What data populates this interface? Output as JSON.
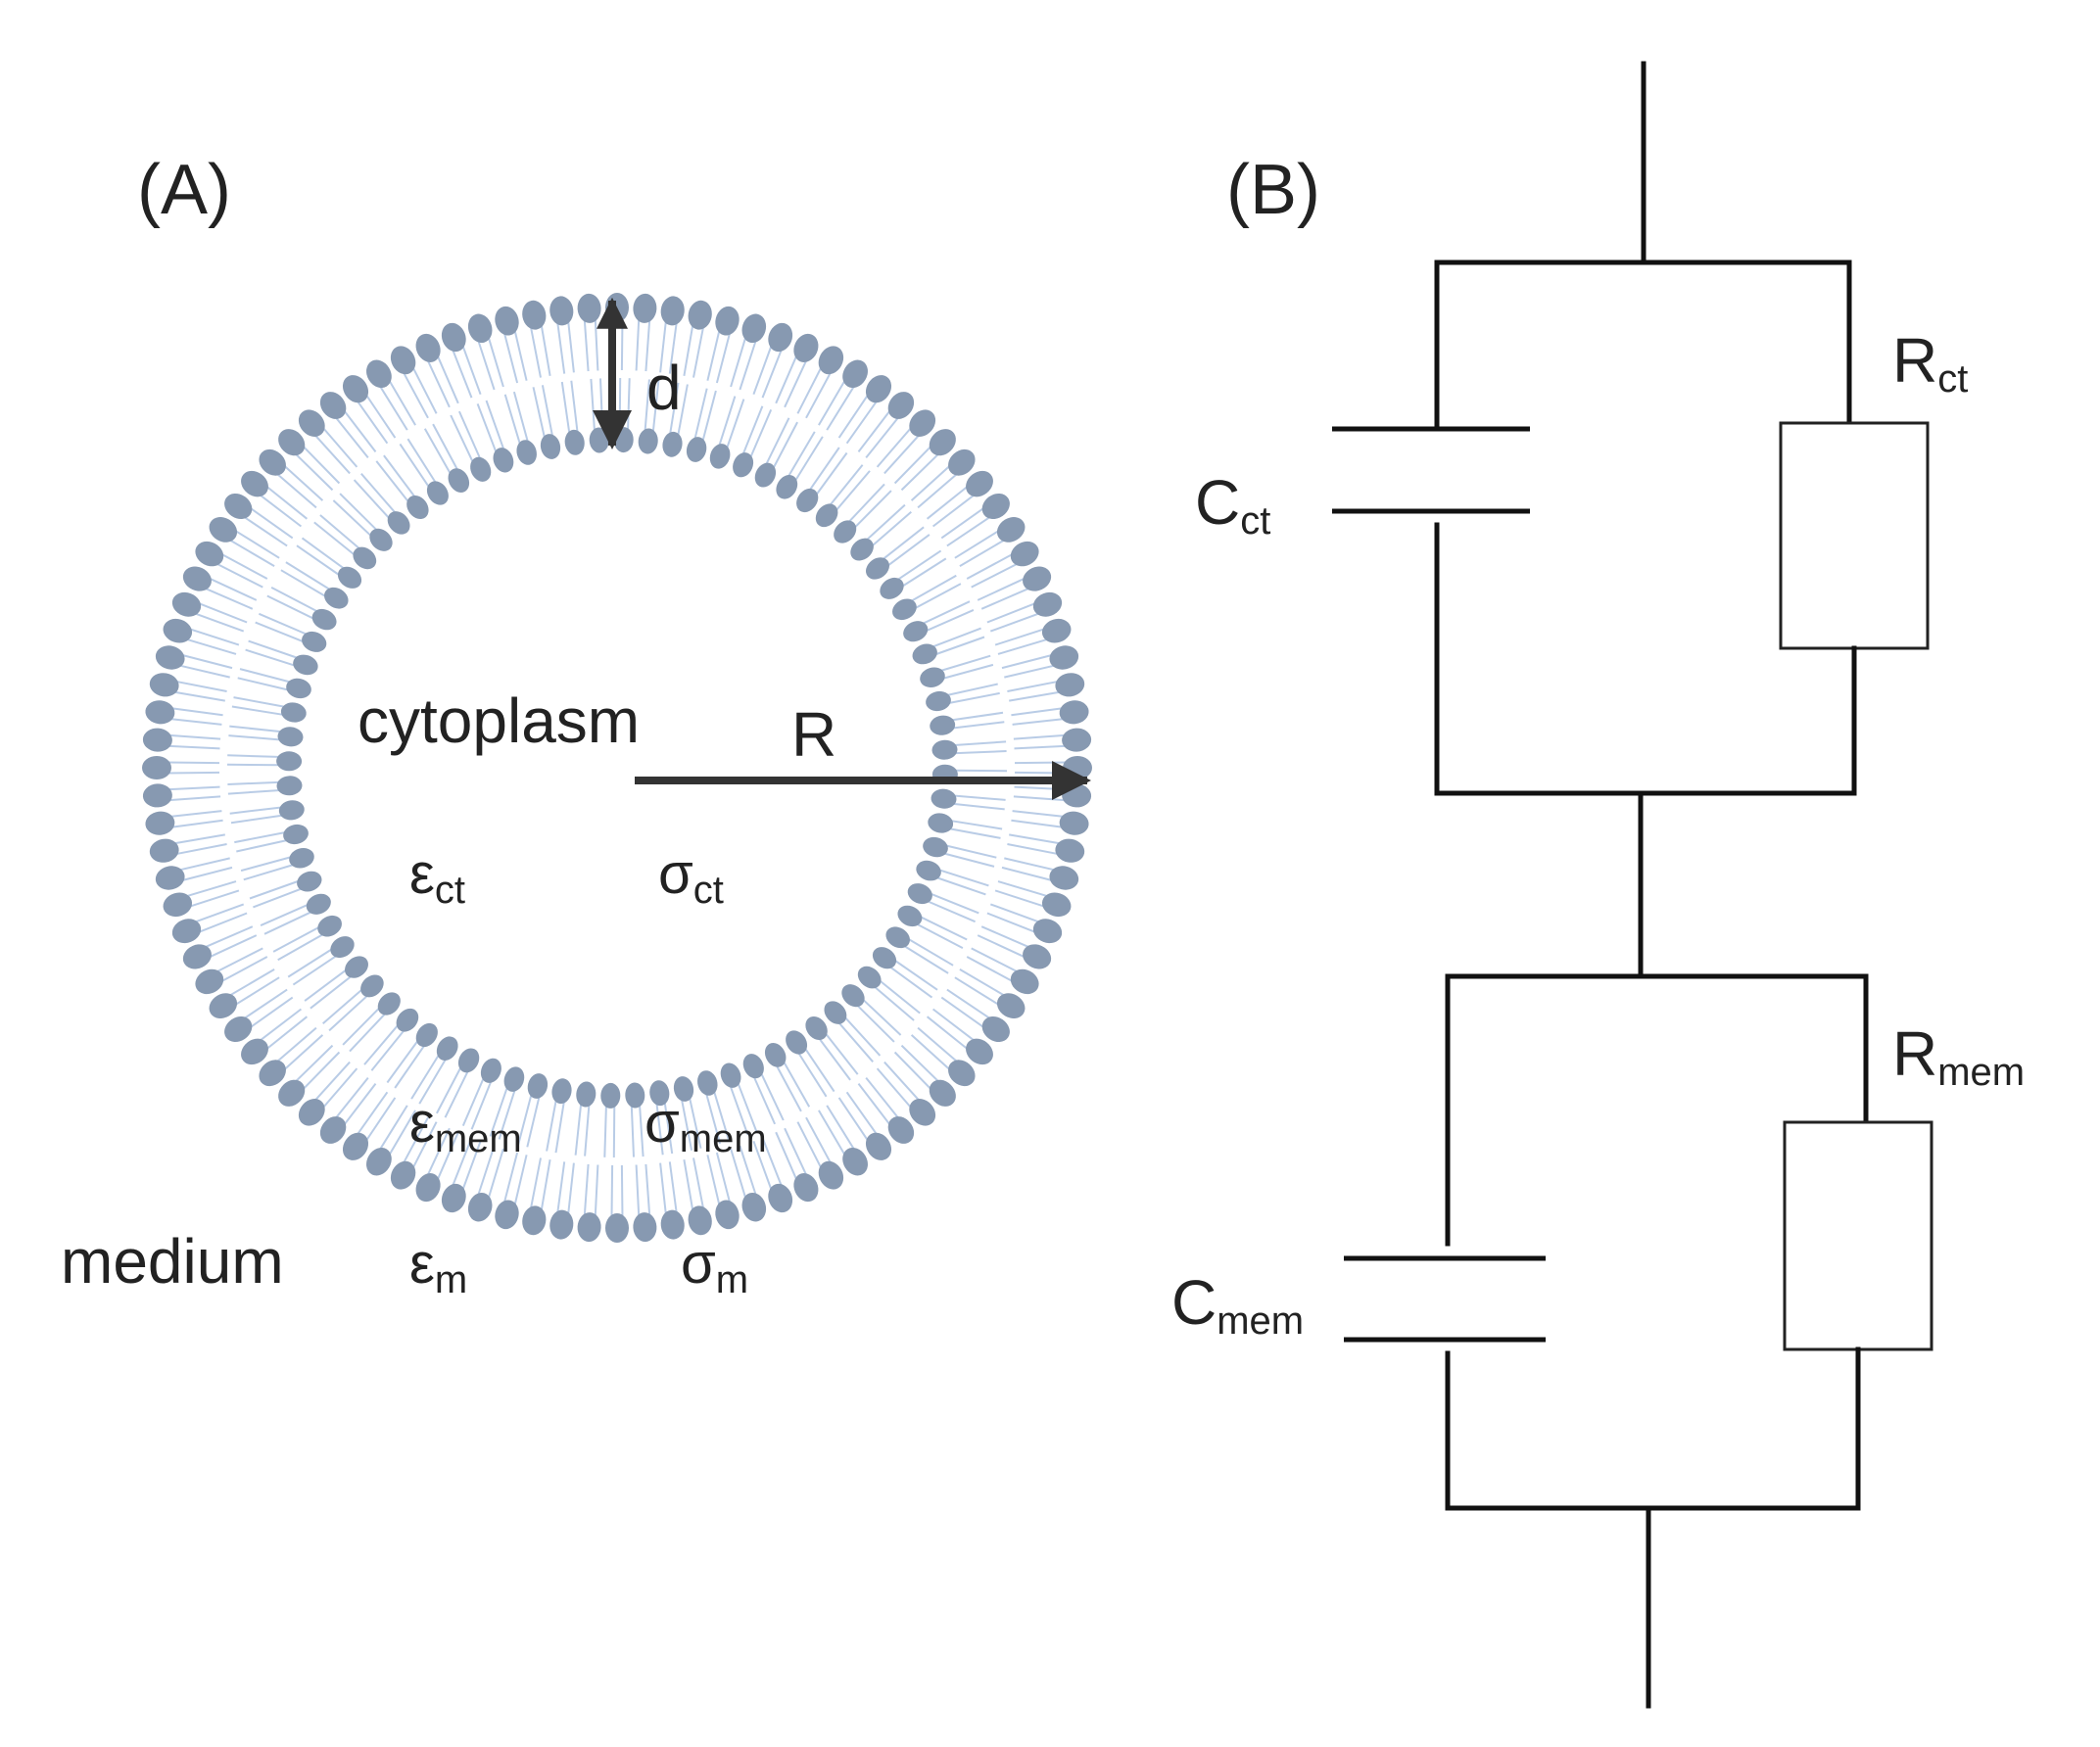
{
  "panel_a": {
    "label": "(A)",
    "dimension_d": "d",
    "radius_R": "R",
    "region_inner": "cytoplasm",
    "region_outer": "medium",
    "eps_ct": {
      "symbol": "ε",
      "sub": "ct"
    },
    "sigma_ct": {
      "symbol": "σ",
      "sub": "ct"
    },
    "eps_mem": {
      "symbol": "ε",
      "sub": "mem"
    },
    "sigma_mem": {
      "symbol": "σ",
      "sub": "mem"
    },
    "eps_m": {
      "symbol": "ε",
      "sub": "m"
    },
    "sigma_m": {
      "symbol": "σ",
      "sub": "m"
    }
  },
  "panel_b": {
    "label": "(B)",
    "c_ct": {
      "symbol": "C",
      "sub": "ct"
    },
    "r_ct": {
      "symbol": "R",
      "sub": "ct"
    },
    "c_mem": {
      "symbol": "C",
      "sub": "mem"
    },
    "r_mem": {
      "symbol": "R",
      "sub": "mem"
    }
  },
  "colors": {
    "lipid_head": "#8799b1",
    "lipid_tail": "#b9cce6",
    "line": "#111111",
    "arrow": "#333333"
  }
}
